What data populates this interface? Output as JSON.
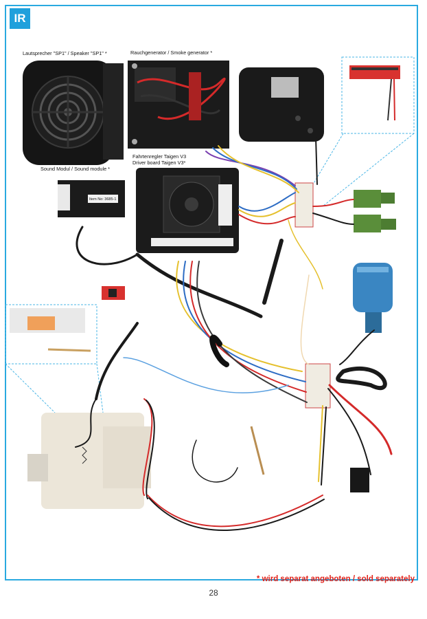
{
  "badge": {
    "text": "IR",
    "color": "#1fa0dc"
  },
  "labels": {
    "speaker": "Lautsprecher \"SP1\" / Speaker \"SP1\" *",
    "smoke": "Rauchgenerator / Smoke generator *",
    "sound": "Sound Modul / Sound module *",
    "driver_line1": "Fahrtenregler Taigen V3",
    "driver_line2": "Driver board Taigen V3*",
    "module_sticker": "Item No: 3685-1"
  },
  "note": "* wird separat angeboten / sold separately",
  "page_number": "28",
  "colors": {
    "frame": "#29a9e0",
    "note": "#e2231a",
    "callout": "#4ab6e6"
  }
}
